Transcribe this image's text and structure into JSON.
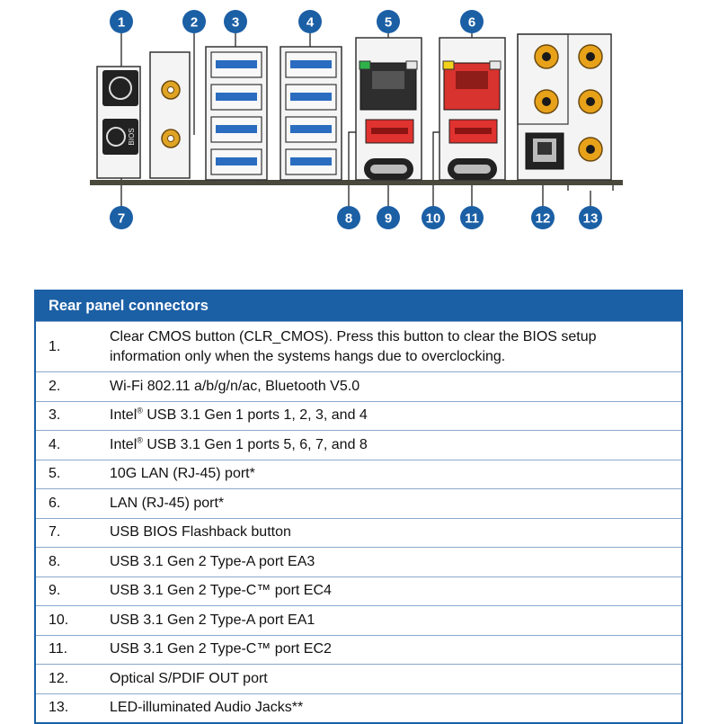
{
  "diagram": {
    "callouts": [
      "1",
      "2",
      "3",
      "4",
      "5",
      "6",
      "7",
      "8",
      "9",
      "10",
      "11",
      "12",
      "13"
    ],
    "bios_label": "BIOS"
  },
  "table": {
    "title": "Rear panel connectors",
    "rows": [
      {
        "num": "1.",
        "text": "Clear CMOS button (CLR_CMOS). Press this button to clear the BIOS setup information only when the systems hangs due to overclocking."
      },
      {
        "num": "2.",
        "text": "Wi-Fi 802.11 a/b/g/n/ac, Bluetooth V5.0"
      },
      {
        "num": "3.",
        "text_pre": "Intel",
        "sup": "®",
        "text_post": " USB 3.1 Gen 1 ports 1, 2, 3, and 4"
      },
      {
        "num": "4.",
        "text_pre": "Intel",
        "sup": "®",
        "text_post": " USB 3.1 Gen 1 ports 5, 6, 7, and 8"
      },
      {
        "num": "5.",
        "text": "10G LAN (RJ-45) port*"
      },
      {
        "num": "6.",
        "text": "LAN (RJ-45) port*"
      },
      {
        "num": "7.",
        "text": "USB BIOS Flashback button"
      },
      {
        "num": "8.",
        "text": "USB 3.1 Gen 2 Type-A port EA3"
      },
      {
        "num": "9.",
        "text": "USB 3.1 Gen 2 Type-C™ port EC4"
      },
      {
        "num": "10.",
        "text": "USB 3.1 Gen 2 Type-A port EA1"
      },
      {
        "num": "11.",
        "text": "USB 3.1 Gen 2 Type-C™ port EC2"
      },
      {
        "num": "12.",
        "text": "Optical S/PDIF OUT port"
      },
      {
        "num": "13.",
        "text": "LED-illuminated Audio Jacks**"
      }
    ]
  },
  "colors": {
    "callout_blue": "#1b5fa5",
    "usb_blue": "#2a6cc0",
    "usb_red": "#e0322f",
    "lan_red": "#d8332e",
    "audio_gold": "#e8a21a",
    "led_green": "#2fb14a",
    "led_yellow": "#f2d21a"
  }
}
